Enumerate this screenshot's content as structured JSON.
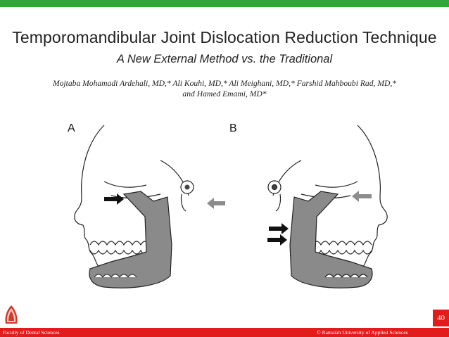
{
  "slide": {
    "title": "Temporomandibular Joint Dislocation Reduction Technique",
    "subtitle": "A New External Method vs. the Traditional",
    "authors_line1": "Mojtaba Mohamadi Ardehali, MD,* Ali Kouhi, MD,* Ali Meighani, MD,* Farshid Mahboubi Rad, MD,*",
    "authors_line2": "and Hamed Emami, MD*",
    "slide_number": "40"
  },
  "figure": {
    "panel_a_label": "A",
    "panel_b_label": "B"
  },
  "footer": {
    "left_text": "Faculty of Dental Sciences",
    "right_text": "© Ramaiah University of Applied Sciences"
  },
  "colors": {
    "top_bar": "#2ea836",
    "bottom_bar": "#e21b1b",
    "mandible_fill": "#8a8a8a",
    "arrow_dark": "#111111",
    "arrow_grey": "#8c8c8c"
  },
  "icons": {
    "logo": "institution-logo-icon",
    "arrows": "arrow-icon"
  }
}
